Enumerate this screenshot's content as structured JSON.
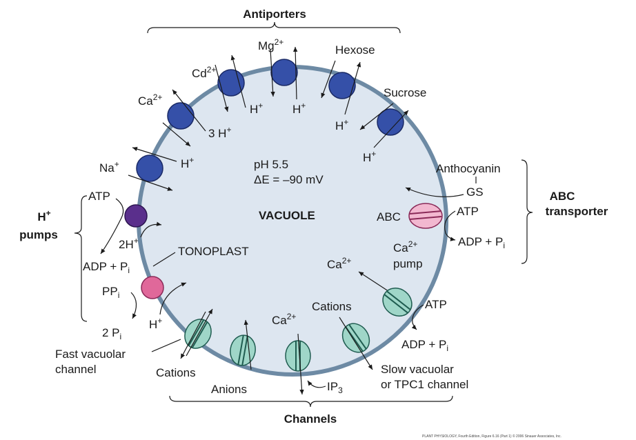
{
  "headings": {
    "antiporters": "Antiporters",
    "channels": "Channels",
    "h_pumps_line1": "H",
    "h_pumps_sup": "+",
    "h_pumps_line2": "pumps",
    "abc_line1": "ABC",
    "abc_line2": "transporter"
  },
  "vacuole": {
    "ph": "pH 5.5",
    "delta_e": "ΔE = –90 mV",
    "name": "VACUOLE",
    "tonoplast": "TONOPLAST"
  },
  "antiporter_labels": {
    "mg": "Mg",
    "mg_sup": "2+",
    "cd": "Cd",
    "cd_sup": "2+",
    "ca": "Ca",
    "ca_sup": "2+",
    "hexose": "Hexose",
    "sucrose": "Sucrose",
    "na": "Na",
    "na_sup": "+",
    "h": "H",
    "h_sup": "+",
    "three_h": "3 H",
    "three_h_sup": "+"
  },
  "pump_labels": {
    "atp": "ATP",
    "two_h": "2H",
    "two_h_sup": "+",
    "adp_pi": "ADP + P",
    "adp_pi_sub": "i",
    "ppi": "PP",
    "ppi_sub": "i",
    "two_pi": "2 P",
    "two_pi_sub": "i",
    "h": "H",
    "h_sup": "+"
  },
  "abc_labels": {
    "anthocyanin": "Anthocyanin",
    "gs": "GS",
    "abc": "ABC",
    "atp": "ATP",
    "adp_pi": "ADP + P",
    "adp_pi_sub": "i"
  },
  "ca_pump_labels": {
    "pump_line1": "Ca",
    "pump_sup": "2+",
    "pump_line2": "pump",
    "ca": "Ca",
    "ca_sup": "2+",
    "atp": "ATP",
    "adp_pi": "ADP + P",
    "adp_pi_sub": "i"
  },
  "channel_labels": {
    "fast_line1": "Fast vacuolar",
    "fast_line2": "channel",
    "cations_left": "Cations",
    "anions": "Anions",
    "ca": "Ca",
    "ca_sup": "2+",
    "ip3": "IP",
    "ip3_sub": "3",
    "cations_right": "Cations",
    "slow_line1": "Slow vacuolar",
    "slow_line2": "or TPC1 channel"
  },
  "colors": {
    "vacuole_fill": "#dde6f0",
    "vacuole_stroke": "#6d8aa4",
    "antiporter_blue": "#3550a8",
    "pump_purple": "#5a2f8c",
    "pump_pink": "#e0689a",
    "abc_pink": "#f2b8d0",
    "channel_teal": "#9fd6c8",
    "channel_stripe": "#1f5c50"
  },
  "credit": "PLANT PHYSIOLOGY, Fourth Edition, Figure 6.16 (Part 1) © 2006 Sinauer Associates, Inc."
}
